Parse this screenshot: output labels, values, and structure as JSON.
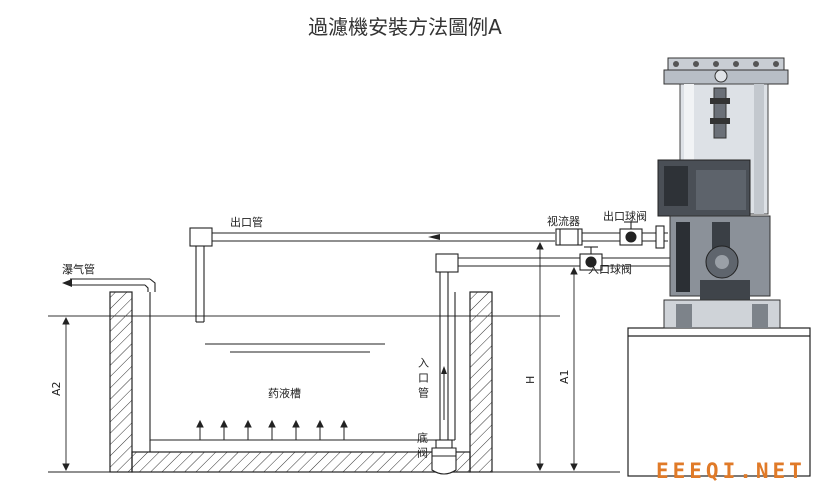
{
  "title": "過濾機安裝方法圖例A",
  "labels": {
    "outlet_pipe": "出口管",
    "vent_pipe": "瀑气管",
    "tank": "药液槽",
    "inlet_pipe_v": "入口管",
    "foot_valve": "底阀",
    "sight_glass": "视流器",
    "outlet_ball_valve": "出口球阀",
    "inlet_ball_valve": "入口球阀",
    "dim_h": "H",
    "dim_a1": "A1",
    "dim_a2": "A2"
  },
  "watermark": "EEEQI.NET"
}
